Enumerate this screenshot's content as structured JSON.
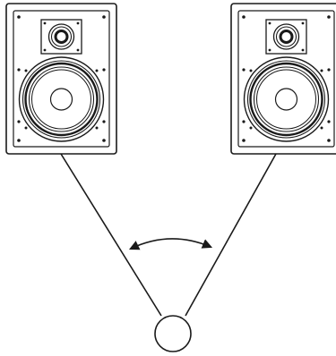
{
  "diagram": {
    "line_color": "#1a1a1a",
    "background": "#ffffff",
    "speakers": [
      {
        "name": "left-speaker",
        "components": [
          "tweeter",
          "woofer"
        ]
      },
      {
        "name": "right-speaker",
        "components": [
          "tweeter",
          "woofer"
        ]
      }
    ],
    "listener": {
      "shape": "circle"
    },
    "angle_indicator": {
      "shape": "double-headed-arc-arrow"
    }
  }
}
